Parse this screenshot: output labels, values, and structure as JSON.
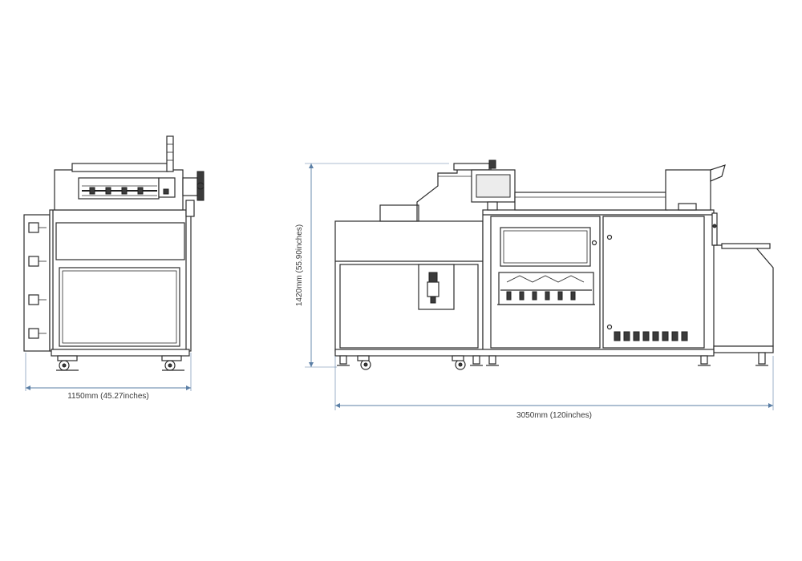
{
  "dimensions": {
    "side_width": "1150mm (45.27inches)",
    "front_length": "3050mm (120inches)",
    "height": "1420mm (55.90inches)"
  },
  "colors": {
    "line": "#2b2b2b",
    "dimension": "#5b7fa6",
    "background": "#ffffff"
  }
}
